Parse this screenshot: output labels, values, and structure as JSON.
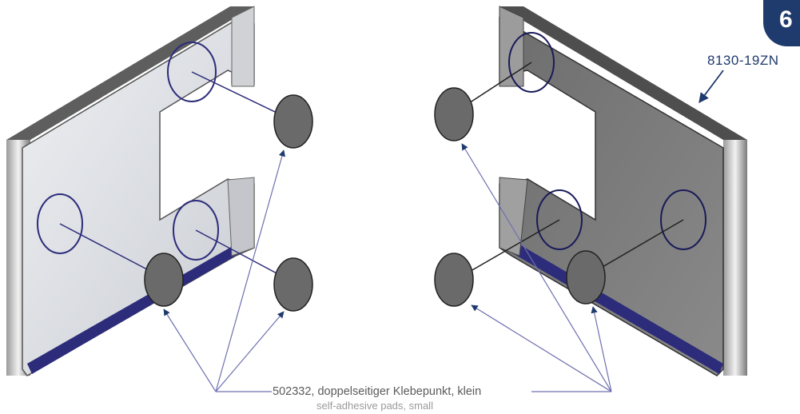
{
  "page_badge": {
    "number": "6",
    "color": "#1f3a6d"
  },
  "part_number": "8130-19ZN",
  "caption": {
    "de": "502332, doppelseitiger Klebepunkt, klein",
    "en": "self-adhesive pads, small"
  },
  "colors": {
    "accent": "#1f3a6d",
    "leader_lines": "#6f6fb0",
    "pad": "#6a6a6a",
    "plate_front": "#d8dbe0",
    "plate_back": "#7d7d7d"
  }
}
